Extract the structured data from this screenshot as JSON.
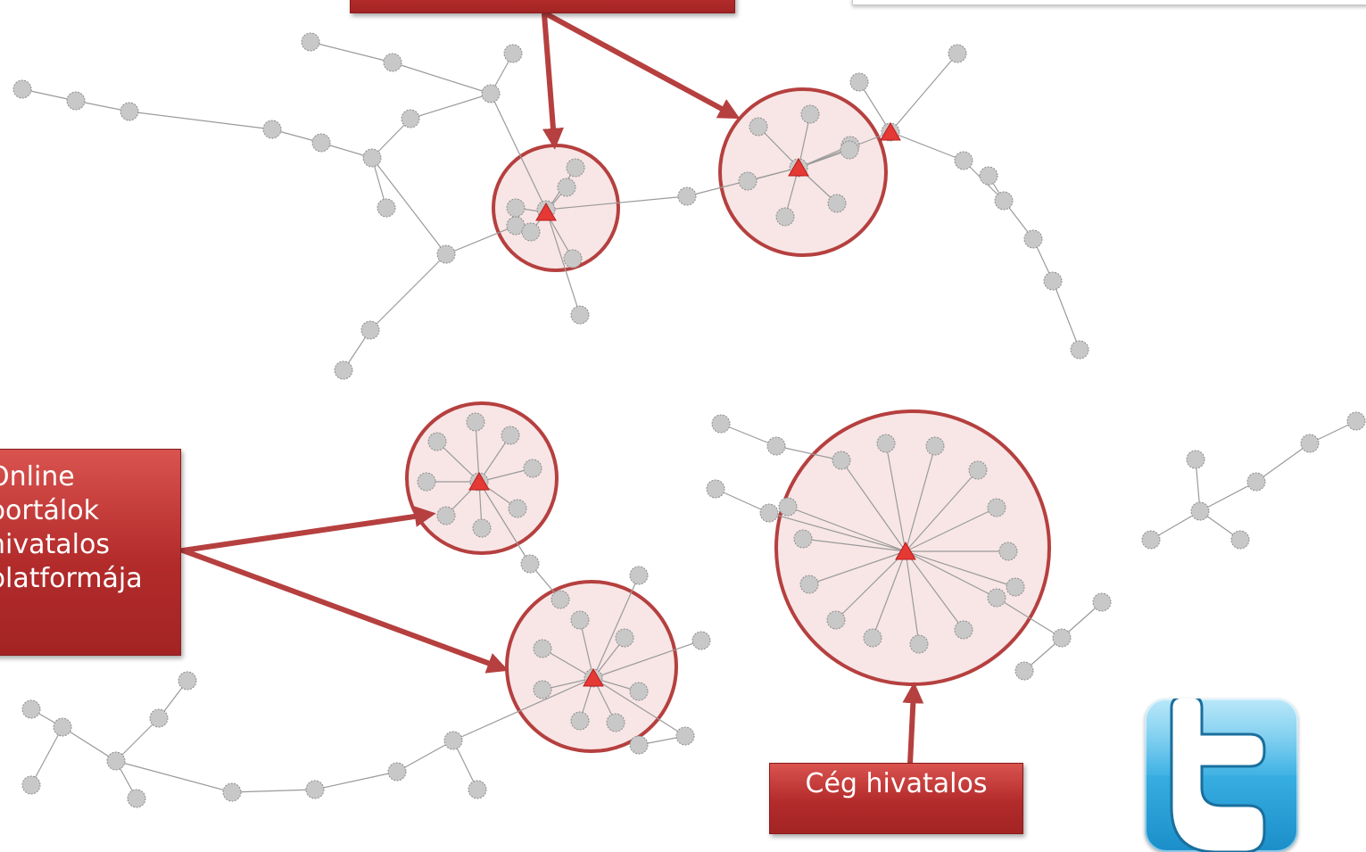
{
  "labels": {
    "left_box_lines": [
      "Online",
      "portálok",
      "hivatalos",
      "platformája"
    ],
    "bottom_box": "Cég hivatalos"
  },
  "colors": {
    "label_red": "#b32b2b",
    "arrow": "#b5403f",
    "circle_fill": "#f8e6e6",
    "circle_stroke": "#b5403f",
    "node_fill": "#c8c8c8",
    "hub_fill": "#e53935",
    "twitter_blue": "#3ab1e4"
  },
  "icons": {
    "hub": "red-triangle",
    "node": "gray-dot",
    "logo": "twitter-logo"
  }
}
